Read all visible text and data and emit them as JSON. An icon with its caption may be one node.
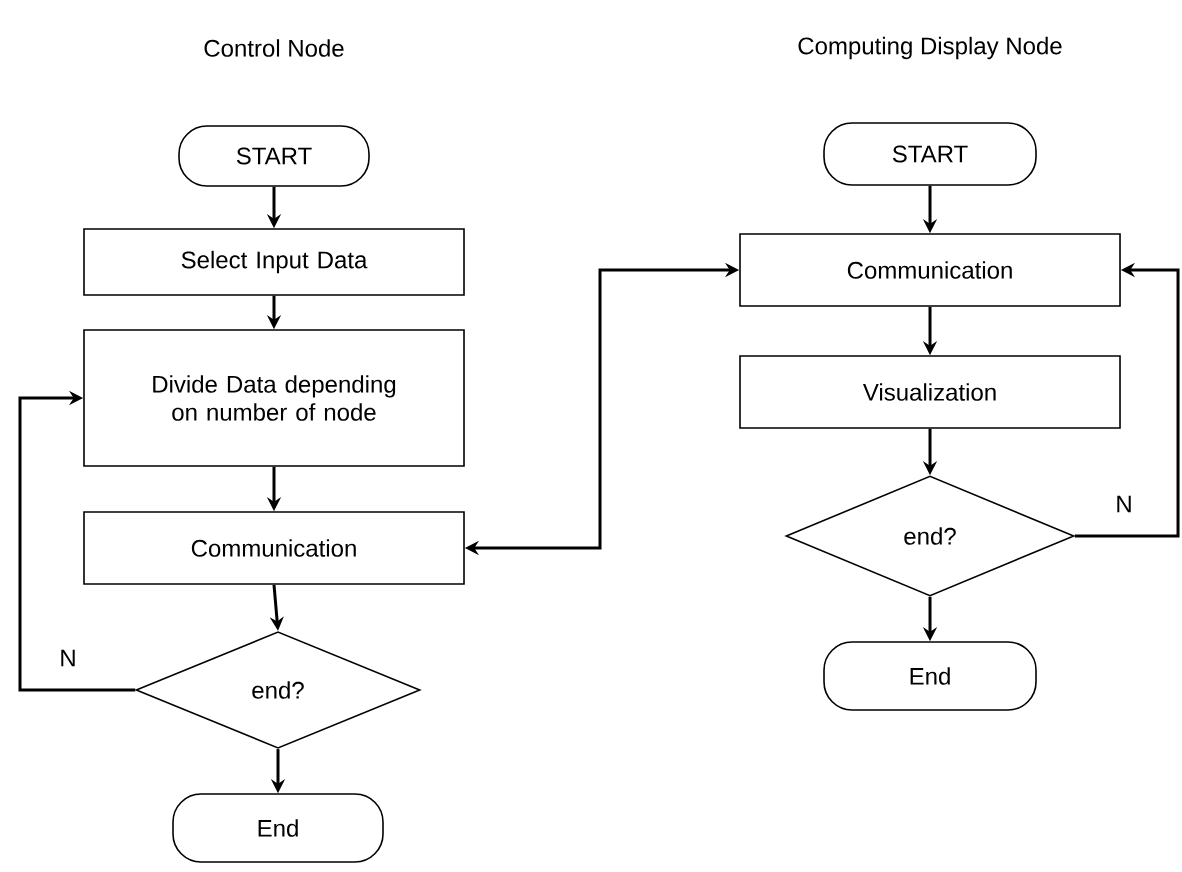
{
  "diagram": {
    "nodes": [
      {
        "text": [
          "START"
        ]
      },
      {
        "text": [
          "Select Input Data"
        ]
      },
      {
        "text": [
          "Divide Data depending on number of node"
        ]
      },
      {
        "text": [
          "Communication"
        ]
      },
      {
        "text": [
          "end?"
        ]
      },
      {
        "text": [
          "End"
        ]
      },
      {
        "text": [
          "START"
        ]
      },
      {
        "text": [
          "Communication"
        ]
      },
      {
        "text": [
          "Visualization"
        ]
      },
      {
        "text": [
          "end?"
        ]
      },
      {
        "text": [
          "End"
        ]
      }
    ],
    "edges": [
      {
        "from": 0,
        "to": 1,
        "arrow": "to"
      },
      {
        "from": 1,
        "to": 2,
        "arrow": "to"
      },
      {
        "from": 2,
        "to": 3,
        "arrow": "to"
      },
      {
        "from": 3,
        "to": 4,
        "arrow": "to"
      },
      {
        "from": 4,
        "to": 5,
        "arrow": "to"
      },
      {
        "from": 4,
        "to": 2,
        "arrow": "to",
        "label": "N"
      },
      {
        "from": 3,
        "to": 7,
        "arrow": "both"
      },
      {
        "from": 6,
        "to": 7,
        "arrow": "to"
      },
      {
        "from": 7,
        "to": 8,
        "arrow": "to"
      },
      {
        "from": 8,
        "to": 9,
        "arrow": "to"
      },
      {
        "from": 9,
        "to": 10,
        "arrow": "to"
      },
      {
        "from": 9,
        "to": 7,
        "arrow": "to",
        "label": "N"
      }
    ],
    "labels": [
      "Control Node",
      "Computing Display Node"
    ]
  }
}
